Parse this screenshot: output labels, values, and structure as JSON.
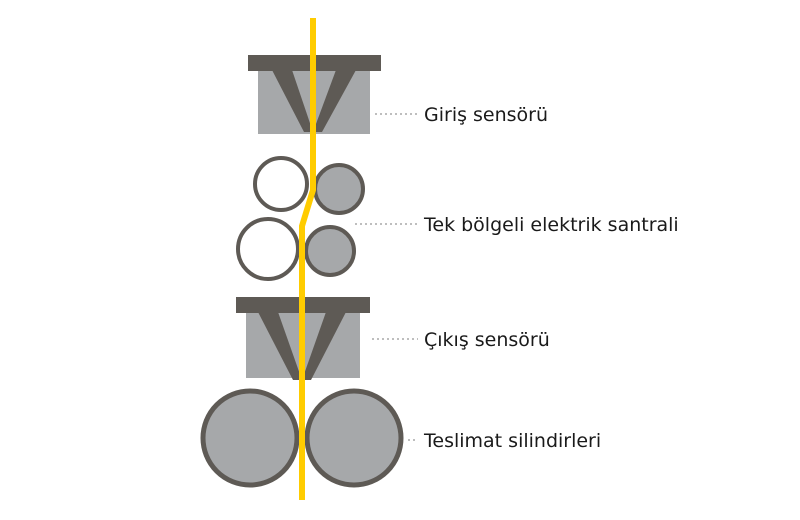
{
  "labels": {
    "entry_sensor": "Giriş sensörü",
    "single_zone_drive": "Tek bölgeli elektrik santrali",
    "exit_sensor": "Çıkış sensörü",
    "delivery_rollers": "Teslimat silindirleri"
  },
  "colors": {
    "background": "#ffffff",
    "sensor_frame": "#5e5a55",
    "sensor_block": "#a6a8aa",
    "roller_fill": "#a6a8aa",
    "roller_outline": "#5e5a55",
    "fiber": "#ffcc00",
    "leader_line": "#a9a9a9",
    "text": "#1a1a1a"
  }
}
